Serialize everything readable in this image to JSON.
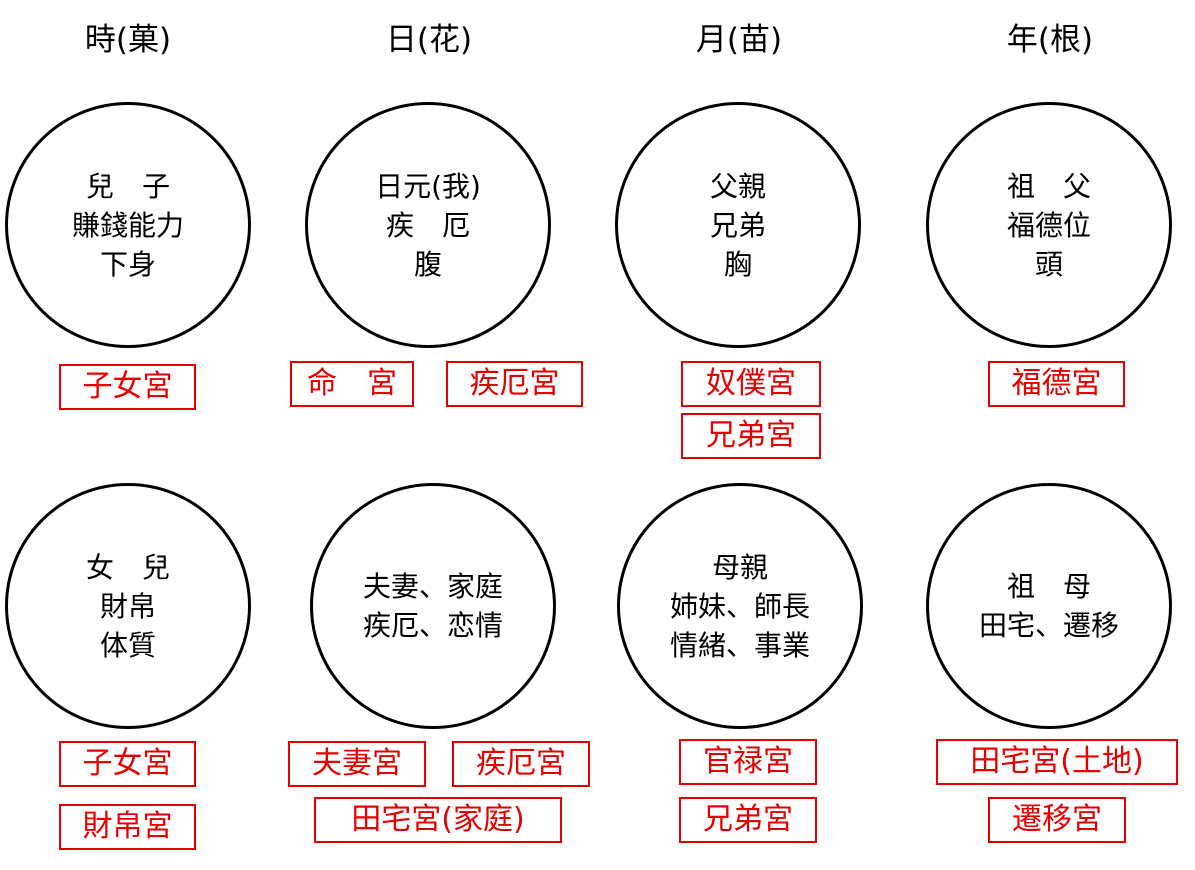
{
  "headers": [
    "時(菓)",
    "日(花)",
    "月(苗)",
    "年(根)"
  ],
  "row1": [
    {
      "lines": [
        "兒　子",
        "賺錢能力",
        "下身"
      ],
      "palaces": [
        "子女宮"
      ]
    },
    {
      "lines": [
        "日元(我)",
        "疾　厄",
        "腹"
      ],
      "palaces": [
        "命　宮",
        "疾厄宮"
      ]
    },
    {
      "lines": [
        "父親",
        "兄弟",
        "胸"
      ],
      "palaces": [
        "奴僕宮",
        "兄弟宮"
      ]
    },
    {
      "lines": [
        "祖　父",
        "福德位",
        "頭"
      ],
      "palaces": [
        "福德宮"
      ]
    }
  ],
  "row2": [
    {
      "lines": [
        "女　兒",
        "財帛",
        "体質"
      ],
      "palaces": [
        "子女宮",
        "財帛宮"
      ]
    },
    {
      "lines": [
        "夫妻、家庭",
        "疾厄、恋情"
      ],
      "palaces": [
        "夫妻宮",
        "疾厄宮",
        "田宅宮(家庭)"
      ]
    },
    {
      "lines": [
        "母親",
        "姉妹、師長",
        "情緒、事業"
      ],
      "palaces": [
        "官禄宮",
        "兄弟宮"
      ]
    },
    {
      "lines": [
        "祖　母",
        "田宅、遷移"
      ],
      "palaces": [
        "田宅宮(土地)",
        "遷移宮"
      ]
    }
  ],
  "colors": {
    "palace": "#e60000",
    "line": "#000000"
  }
}
